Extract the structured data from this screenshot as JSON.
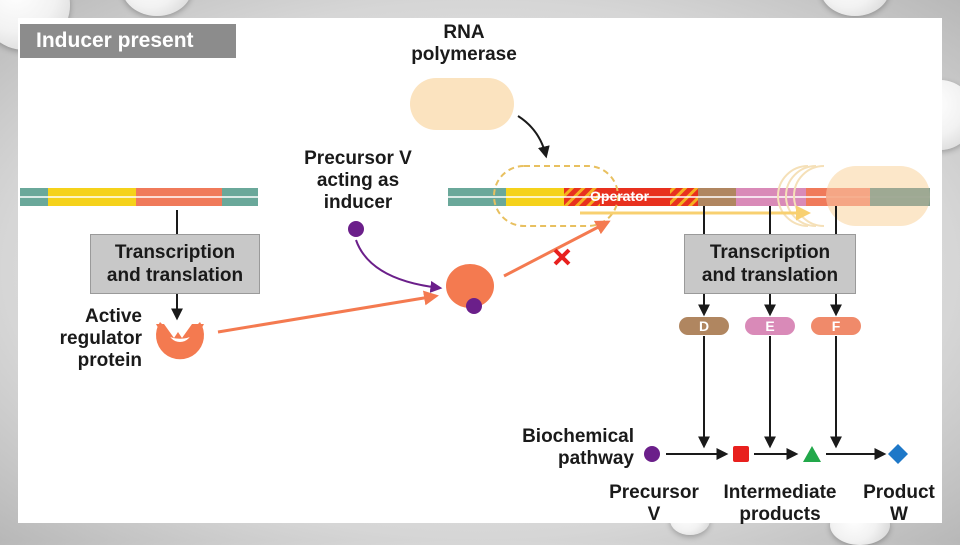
{
  "title": "Inducer present",
  "labels": {
    "rna_polymerase_line1": "RNA",
    "rna_polymerase_line2": "polymerase",
    "precursor_inducer_line1": "Precursor V",
    "precursor_inducer_line2": "acting as",
    "precursor_inducer_line3": "inducer",
    "active_regulator_line1": "Active",
    "active_regulator_line2": "regulator",
    "active_regulator_line3": "protein",
    "operator": "Operator",
    "biochemical_line1": "Biochemical",
    "biochemical_line2": "pathway",
    "precursor_v_line1": "Precursor",
    "precursor_v_line2": "V",
    "intermediate_line1": "Intermediate",
    "intermediate_line2": "products",
    "product_w_line1": "Product",
    "product_w_line2": "W"
  },
  "boxes": {
    "left_line1": "Transcription",
    "left_line2": "and translation",
    "right_line1": "Transcription",
    "right_line2": "and translation"
  },
  "enzymes": [
    {
      "label": "D",
      "color": "#b08660"
    },
    {
      "label": "E",
      "color": "#d98ab8"
    },
    {
      "label": "F",
      "color": "#f08a6a"
    }
  ],
  "colors": {
    "dna_teal": "#6aa89a",
    "dna_yellow": "#f5d21a",
    "dna_orange": "#f07a5a",
    "operator_red": "#e8301e",
    "regulator": "#f47a50",
    "rna_polymerase": "#fbe3bf",
    "precursor_purple": "#6b1f8a",
    "intermediate_red": "#e8201e",
    "intermediate_green": "#22a84a",
    "product_blue": "#1e78c8"
  },
  "icons": {
    "blocked": "red-x-icon"
  }
}
